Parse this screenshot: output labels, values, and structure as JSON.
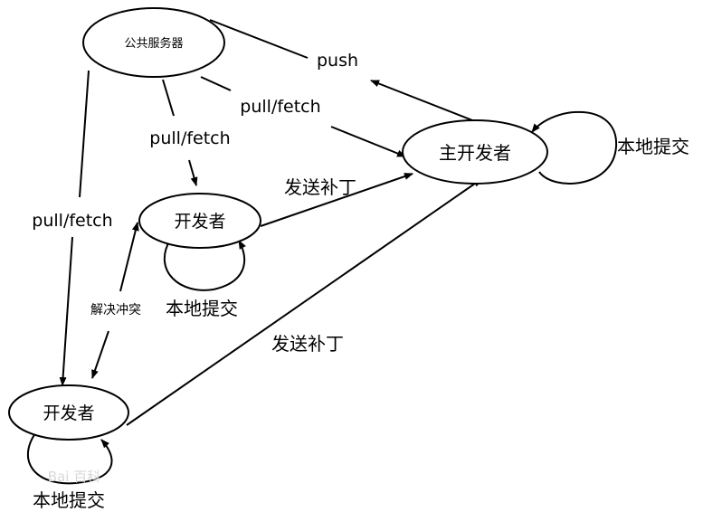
{
  "nodes": {
    "public_server": "公共服务器",
    "main_developer": "主开发者",
    "developer_middle": "开发者",
    "developer_bottom": "开发者"
  },
  "edges": {
    "push": "push",
    "pull_fetch_main": "pull/fetch",
    "pull_fetch_middle": "pull/fetch",
    "pull_fetch_bottom": "pull/fetch",
    "send_patch_middle": "发送补丁",
    "send_patch_bottom": "发送补丁",
    "resolve_conflict": "解决冲突",
    "local_commit_main": "本地提交",
    "local_commit_middle": "本地提交",
    "local_commit_bottom": "本地提交"
  },
  "watermark": "Bai 百科"
}
